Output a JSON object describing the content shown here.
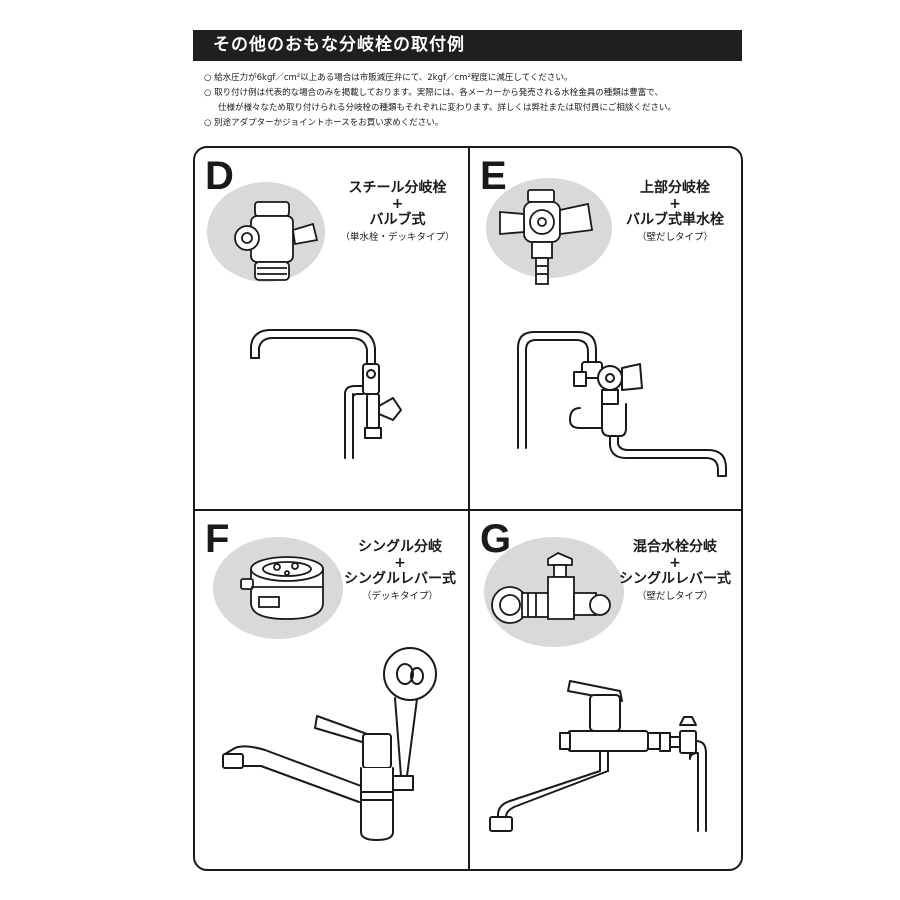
{
  "header": {
    "title": "その他のおもな分岐栓の取付例"
  },
  "notes": [
    "○  給水圧力が6kgf／cm²以上ある場合は市販減圧弁にて、2kgf／cm²程度に減圧してください。",
    "○  取り付け例は代表的な場合のみを掲載しております。実際には、各メーカーから発売される水栓金具の種類は豊富で、",
    "仕様が様々なため取り付けられる分岐栓の種類もそれぞれに変わります。詳しくは弊社または取付員にご相談ください。",
    "○  別途アダプターかジョイントホースをお買い求めください。"
  ],
  "panels": {
    "d": {
      "letter": "D",
      "line1": "スチール分岐栓",
      "plus": "+",
      "line2": "バルブ式",
      "sub": "（単水栓・デッキタイプ）"
    },
    "e": {
      "letter": "E",
      "line1": "上部分岐栓",
      "plus": "+",
      "line2": "バルブ式単水栓",
      "sub": "（壁だしタイプ）"
    },
    "f": {
      "letter": "F",
      "line1": "シングル分岐",
      "plus": "+",
      "line2": "シングルレバー式",
      "sub": "（デッキタイプ）"
    },
    "g": {
      "letter": "G",
      "line1": "混合水栓分岐",
      "plus": "+",
      "line2": "シングルレバー式",
      "sub": "（壁だしタイプ）"
    }
  },
  "icons": {
    "d_part": "steel-branch-valve-icon",
    "d_install": "deck-faucet-with-valve-icon",
    "e_part": "top-branch-valve-icon",
    "e_install": "wall-faucet-with-top-branch-icon",
    "f_part": "single-branch-ring-icon",
    "f_install": "single-lever-deck-faucet-icon",
    "g_part": "mixer-branch-valve-icon",
    "g_install": "single-lever-wall-faucet-icon"
  },
  "colors": {
    "title_bg": "#1f1f1f",
    "ellipse": "#d9d9d9",
    "line": "#1a1a1a"
  }
}
